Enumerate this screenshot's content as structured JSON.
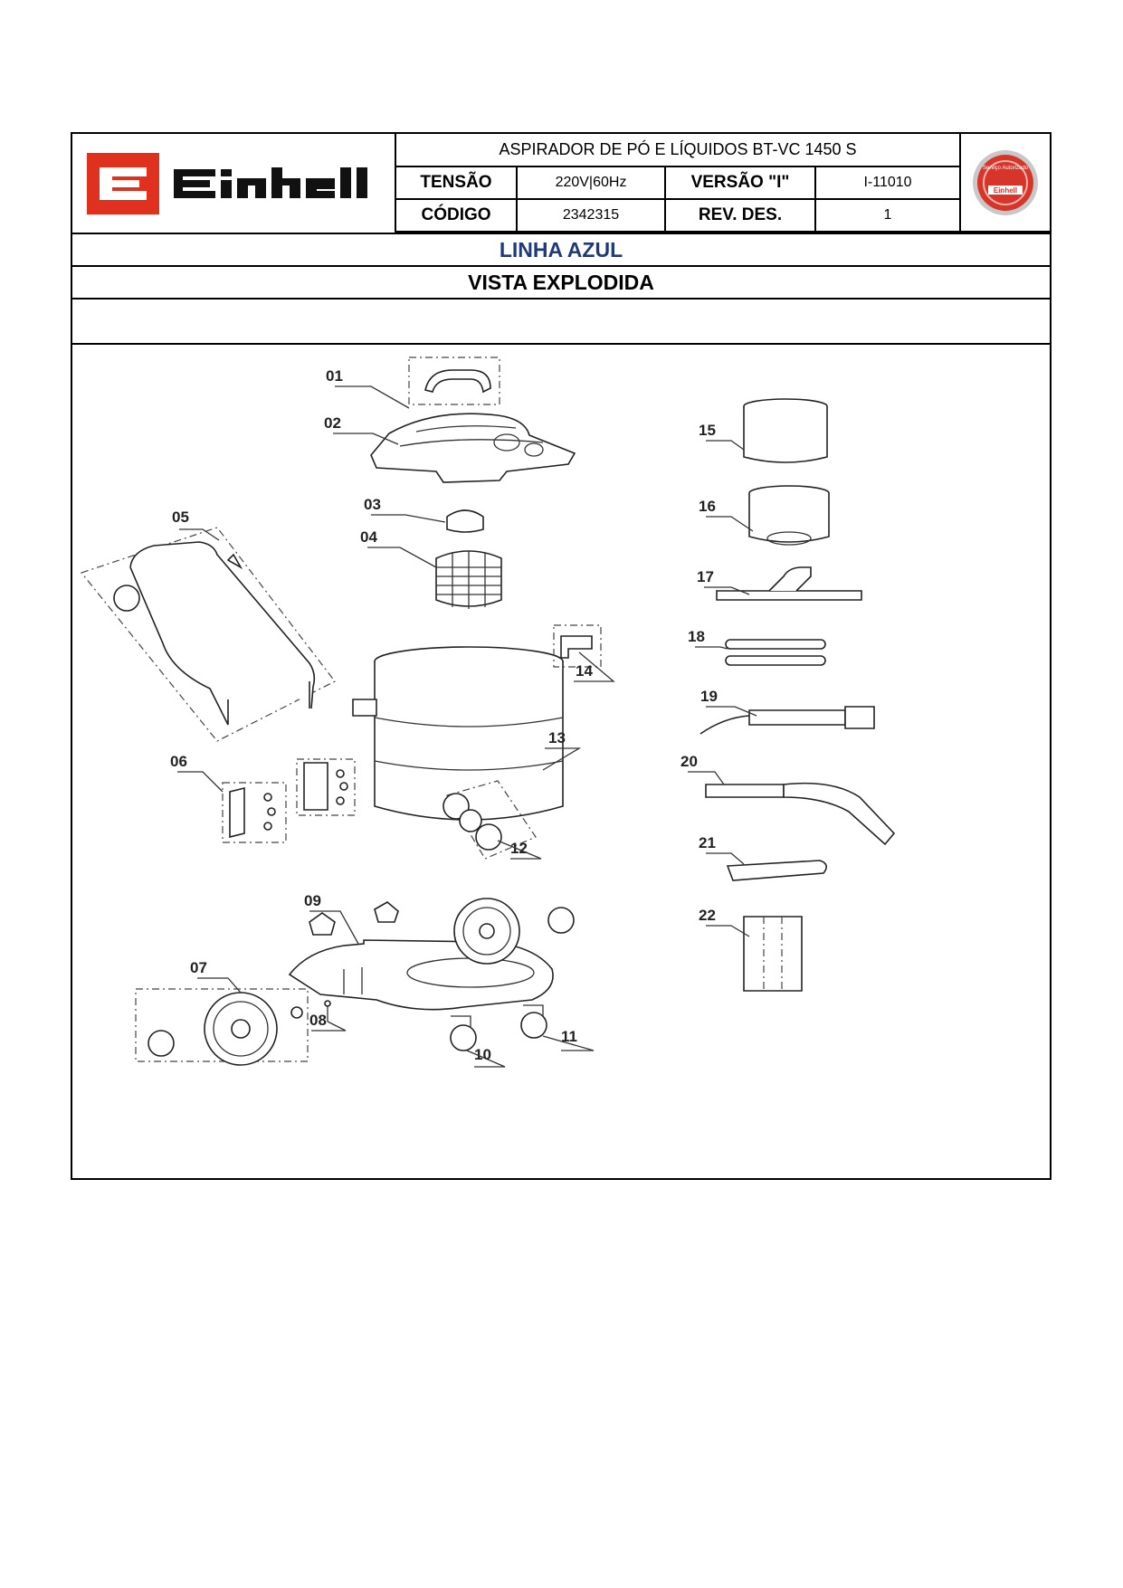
{
  "header": {
    "brand": "Einhell",
    "title": "ASPIRADOR DE PÓ E LÍQUIDOS BT-VC 1450 S",
    "tensao_label": "TENSÃO",
    "tensao_value": "220V|60Hz",
    "versao_label": "VERSÃO \"I\"",
    "versao_value": "I-11010",
    "codigo_label": "CÓDIGO",
    "codigo_value": "2342315",
    "rev_label": "REV. DES.",
    "rev_value": "1",
    "seal_text": "Serviço Autorizado",
    "seal_brand": "Einhell"
  },
  "linha": "LINHA AZUL",
  "vista": "VISTA EXPLODIDA",
  "colors": {
    "brand_red": "#e0301e",
    "linha_blue": "#1f3a7a"
  },
  "parts": [
    "01",
    "02",
    "03",
    "04",
    "05",
    "06",
    "07",
    "08",
    "09",
    "10",
    "11",
    "12",
    "13",
    "14",
    "15",
    "16",
    "17",
    "18",
    "19",
    "20",
    "21",
    "22"
  ]
}
